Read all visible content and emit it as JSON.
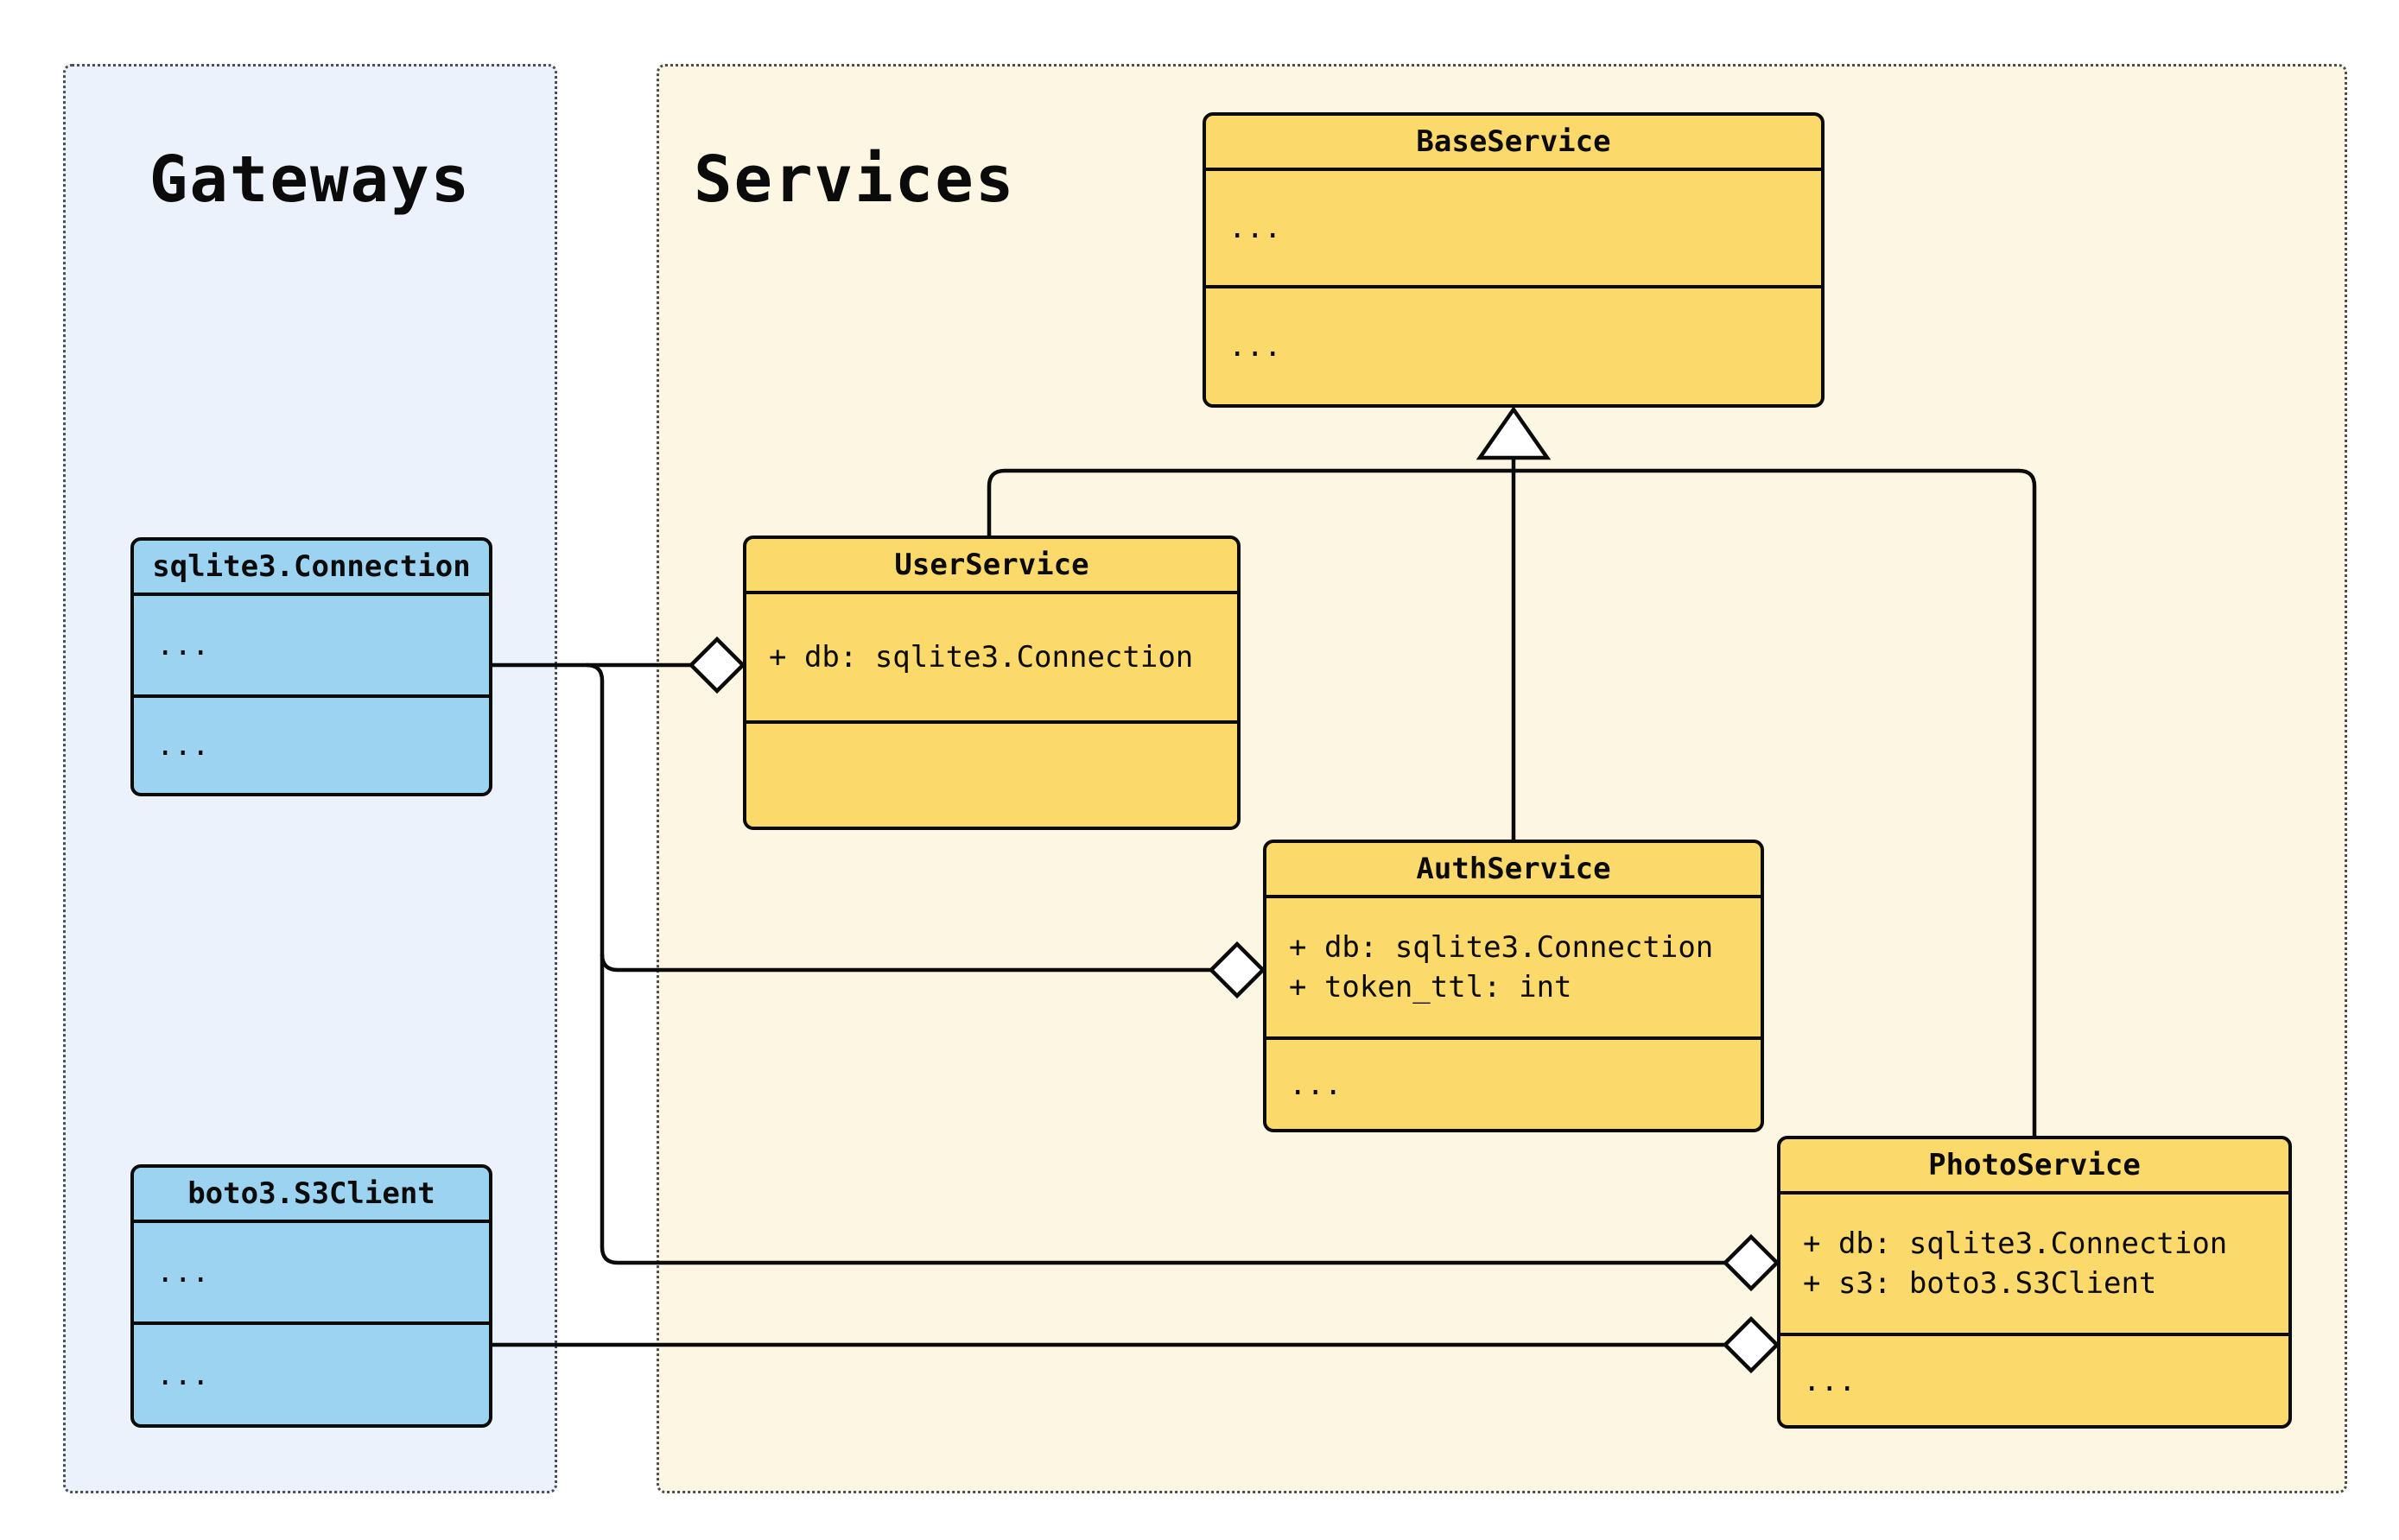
{
  "diagram": {
    "groups": {
      "gateways": {
        "title": "Gateways"
      },
      "services": {
        "title": "Services"
      }
    },
    "classes": {
      "base": {
        "title": "BaseService",
        "attrs": [
          "..."
        ],
        "methods": [
          "..."
        ]
      },
      "user": {
        "title": "UserService",
        "attrs": [
          "+ db: sqlite3.Connection"
        ],
        "methods": []
      },
      "auth": {
        "title": "AuthService",
        "attrs": [
          "+ db: sqlite3.Connection",
          "+ token_ttl: int"
        ],
        "methods": [
          "..."
        ]
      },
      "photo": {
        "title": "PhotoService",
        "attrs": [
          "+ db: sqlite3.Connection",
          "+ s3: boto3.S3Client"
        ],
        "methods": [
          "..."
        ]
      },
      "sqlite": {
        "title": "sqlite3.Connection",
        "attrs": [
          "..."
        ],
        "methods": [
          "..."
        ]
      },
      "boto": {
        "title": "boto3.S3Client",
        "attrs": [
          "..."
        ],
        "methods": [
          "..."
        ]
      }
    },
    "relations": [
      {
        "from": "sqlite3.Connection",
        "to": "UserService",
        "type": "aggregation"
      },
      {
        "from": "sqlite3.Connection",
        "to": "AuthService",
        "type": "aggregation"
      },
      {
        "from": "sqlite3.Connection",
        "to": "PhotoService",
        "type": "aggregation"
      },
      {
        "from": "boto3.S3Client",
        "to": "PhotoService",
        "type": "aggregation"
      },
      {
        "from": "UserService",
        "to": "BaseService",
        "type": "inheritance"
      },
      {
        "from": "AuthService",
        "to": "BaseService",
        "type": "inheritance"
      },
      {
        "from": "PhotoService",
        "to": "BaseService",
        "type": "inheritance"
      }
    ],
    "colors": {
      "service_fill": "#FBD96B",
      "gateway_fill": "#9CD3F0",
      "services_bg": "#FDF6E2",
      "gateways_bg": "#EBF2FB",
      "line": "#0b0b0b"
    }
  }
}
